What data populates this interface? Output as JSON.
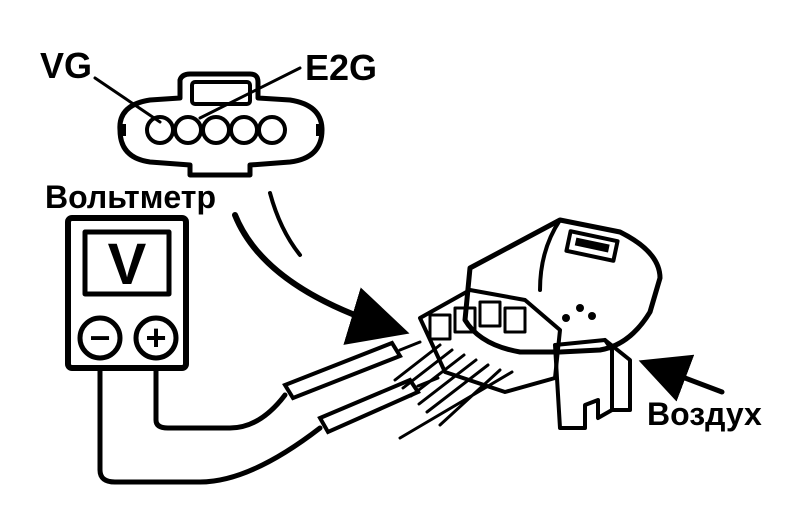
{
  "labels": {
    "vg": "VG",
    "e2g": "E2G",
    "voltmeter": "Вольтметр",
    "air": "Воздух"
  },
  "meter": {
    "display_symbol": "V",
    "minus_symbol": "−",
    "plus_symbol": "+"
  },
  "icons": {
    "connector": "connector-icon",
    "voltmeter": "voltmeter-icon",
    "sensor": "air-flow-sensor-icon",
    "arrow": "arrow-icon"
  },
  "colors": {
    "ink": "#000000",
    "paper": "#ffffff"
  }
}
